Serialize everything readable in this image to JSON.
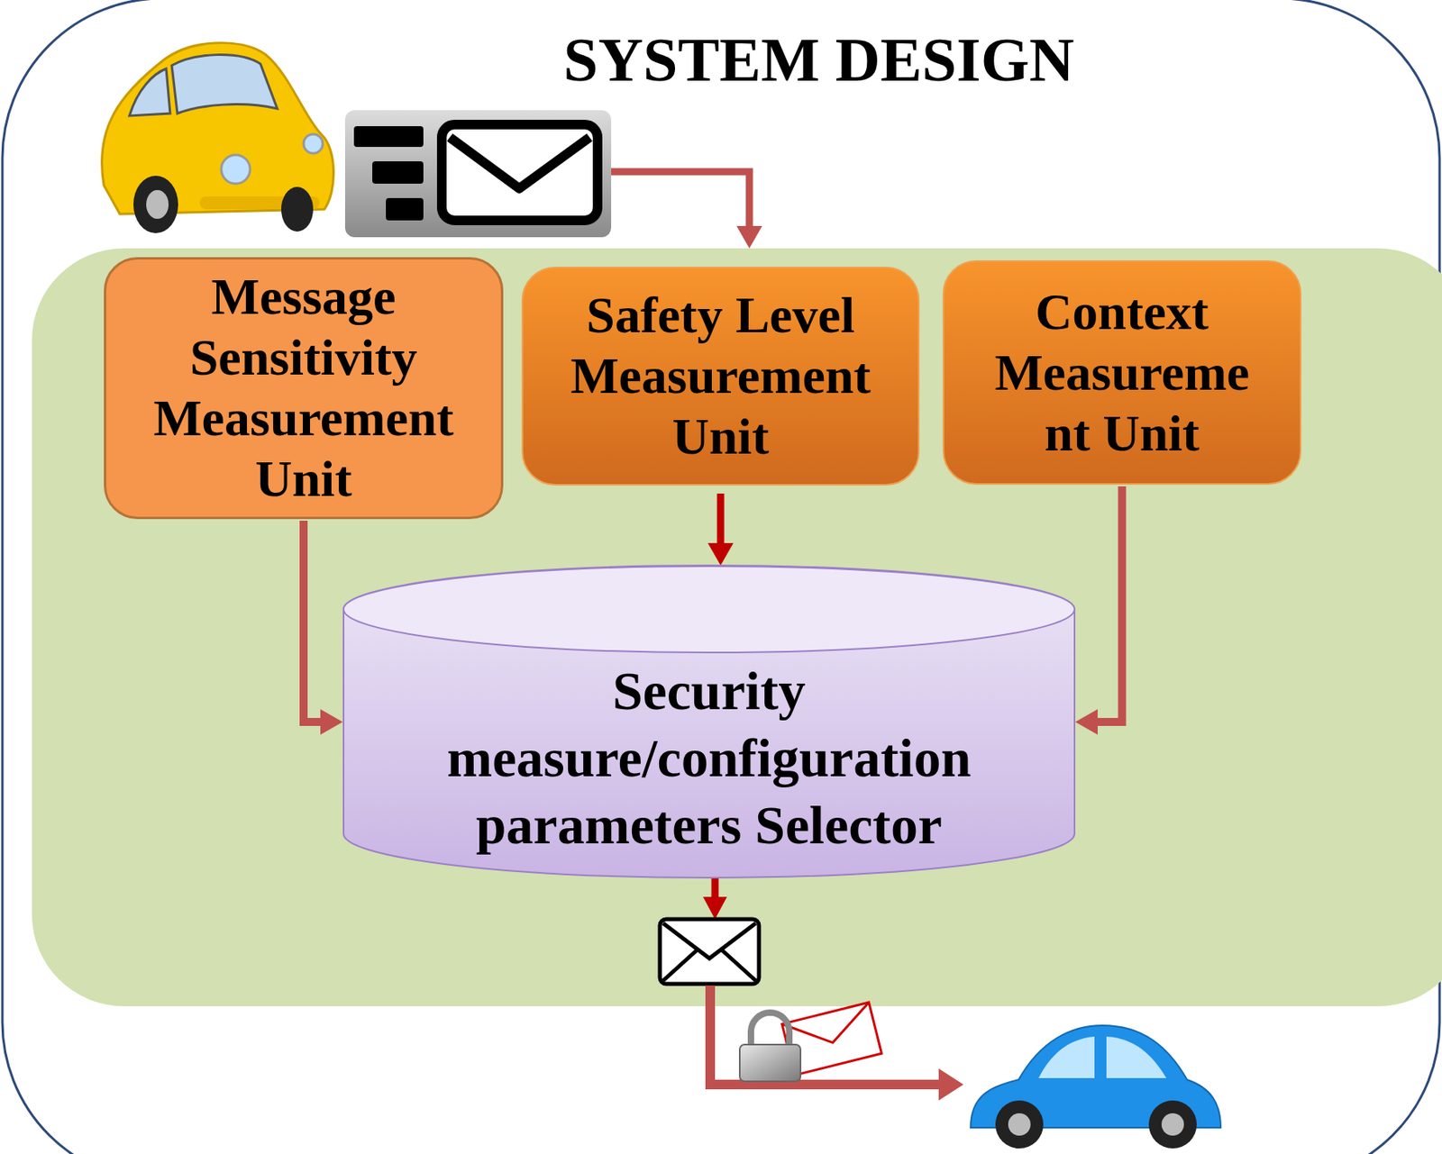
{
  "diagram": {
    "title": "SYSTEM DESIGN",
    "nodes": [
      {
        "text": [
          "Message Sensitivity Measurement Unit"
        ]
      },
      {
        "text": [
          "Safety Level Measurement Unit"
        ]
      },
      {
        "text": [
          "Context Measureme nt Unit"
        ]
      },
      {
        "text": [
          "Security measure/configuration parameters Selector"
        ]
      }
    ],
    "edges": [
      {
        "from": 0,
        "to": 3,
        "arrow": "to"
      },
      {
        "from": 1,
        "to": 3,
        "arrow": "to"
      },
      {
        "from": 2,
        "to": 3,
        "arrow": "to"
      }
    ]
  }
}
